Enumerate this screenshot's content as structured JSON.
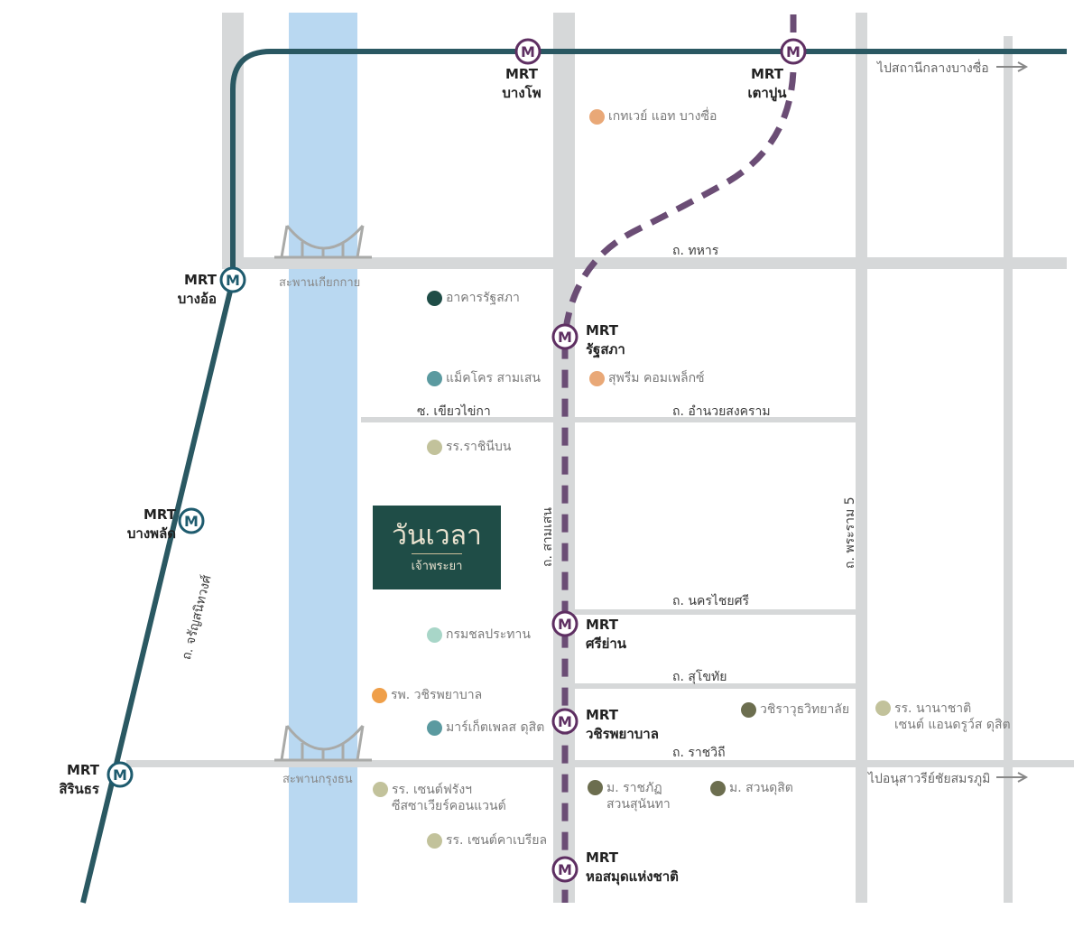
{
  "colors": {
    "road": "#d6d8d9",
    "river": "#b9d8f1",
    "blue_line": "#2a5862",
    "purple_line": "#6b4d75",
    "purple_marker": "#5e2f62",
    "blue_marker": "#1e5b6e",
    "logo_bg": "#1f4d47"
  },
  "icons": {
    "mrt_marker": "M"
  },
  "stations": {
    "bang_pho": "MRT\nบางโพ",
    "tao_poon": "MRT\nเตาปูน",
    "bang_o": "MRT\nบางอ้อ",
    "bang_phlat": "MRT\nบางพลัด",
    "sirindhorn": "MRT\nสิรินธร",
    "ratthasapha": "MRT\nรัฐสภา",
    "si_yan": "MRT\nศรีย่าน",
    "vajira": "MRT\nวชิรพยาบาล",
    "national_library": "MRT\nหอสมุดแห่งชาติ"
  },
  "roads": {
    "thahan": "ถ. ทหาร",
    "amnuai_songkhram": "ถ. อำนวยสงคราม",
    "soi_khiao_khai_ka": "ซ. เขียวไข่กา",
    "nakhon_chaisi": "ถ. นครไชยศรี",
    "sukhothai": "ถ. สุโขทัย",
    "ratchawithi": "ถ. ราชวิถี",
    "samsen": "ถ. สามเสน",
    "rama5": "ถ. พระราม 5",
    "charansanitwong": "ถ. จรัญสนิทวงศ์"
  },
  "bridges": {
    "kiakkai": "สะพานเกียกกาย",
    "krungthon": "สะพานกรุงธน"
  },
  "directions": {
    "bang_sue": "ไปสถานีกลางบางซื่อ",
    "victory_monument": "ไปอนุสาวรีย์ชัยสมรภูมิ"
  },
  "logo": {
    "main": "วันเวลา",
    "sub": "เจ้าพระยา"
  },
  "pois": [
    {
      "name": "เกทเวย์ แอท บางซื่อ",
      "color": "#e9a877"
    },
    {
      "name": "อาคารรัฐสภา",
      "color": "#1f4d47"
    },
    {
      "name": "แม็คโคร สามเสน",
      "color": "#5b9aa0"
    },
    {
      "name": "สุพรีม คอมเพล็กซ์",
      "color": "#e9a877"
    },
    {
      "name": "รร.ราชินีบน",
      "color": "#c2c29b"
    },
    {
      "name": "กรมชลประทาน",
      "color": "#a8d6c8"
    },
    {
      "name": "รพ. วชิรพยาบาล",
      "color": "#ef9f49"
    },
    {
      "name": "มาร์เก็ตเพลส ดุสิต",
      "color": "#5b9aa0"
    },
    {
      "name": "วชิราวุธวิทยาลัย",
      "color": "#6c6e4f"
    },
    {
      "name": "รร. นานาชาติ\nเซนต์ แอนดรูว์ส ดุสิต",
      "color": "#c2c29b"
    },
    {
      "name": "รร. เซนต์ฟรังฯ\nซีสซาเวียร์คอนแวนต์",
      "color": "#c2c29b"
    },
    {
      "name": "ม. ราชภัฏ\nสวนสุนันทา",
      "color": "#6c6e4f"
    },
    {
      "name": "ม. สวนดุสิต",
      "color": "#6c6e4f"
    },
    {
      "name": "รร. เซนต์คาเบรียล",
      "color": "#c2c29b"
    }
  ]
}
